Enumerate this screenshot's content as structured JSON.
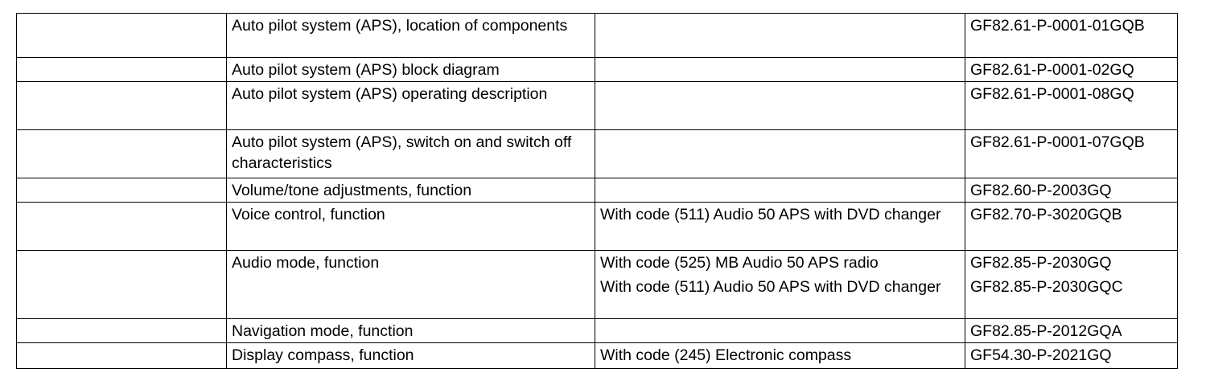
{
  "table": {
    "rows": [
      {
        "col1": "",
        "title": "Auto pilot system (APS), location of components",
        "conditions": [
          ""
        ],
        "codes": [
          "GF82.61-P-0001-01GQB"
        ]
      },
      {
        "col1": "",
        "title": "Auto pilot system (APS) block diagram",
        "conditions": [
          ""
        ],
        "codes": [
          "GF82.61-P-0001-02GQ"
        ]
      },
      {
        "col1": "",
        "title": "Auto pilot system (APS) operating description",
        "conditions": [
          ""
        ],
        "codes": [
          "GF82.61-P-0001-08GQ"
        ]
      },
      {
        "col1": "",
        "title": "Auto pilot system (APS), switch on and switch off characteristics",
        "conditions": [
          ""
        ],
        "codes": [
          "GF82.61-P-0001-07GQB"
        ]
      },
      {
        "col1": "",
        "title": "Volume/tone adjustments, function",
        "conditions": [
          ""
        ],
        "codes": [
          "GF82.60-P-2003GQ"
        ]
      },
      {
        "col1": "",
        "title": "Voice control, function",
        "conditions": [
          "With code (511) Audio 50 APS with DVD changer"
        ],
        "codes": [
          "GF82.70-P-3020GQB"
        ]
      },
      {
        "col1": "",
        "title": "Audio mode, function",
        "conditions": [
          "With code (525) MB Audio 50 APS radio",
          "With code (511) Audio 50 APS with DVD changer"
        ],
        "codes": [
          "GF82.85-P-2030GQ",
          "GF82.85-P-2030GQC"
        ]
      },
      {
        "col1": "",
        "title": "Navigation mode, function",
        "conditions": [
          ""
        ],
        "codes": [
          "GF82.85-P-2012GQA"
        ]
      },
      {
        "col1": "",
        "title": "Display compass, function",
        "conditions": [
          "With code (245) Electronic compass"
        ],
        "codes": [
          "GF54.30-P-2021GQ"
        ]
      }
    ]
  }
}
